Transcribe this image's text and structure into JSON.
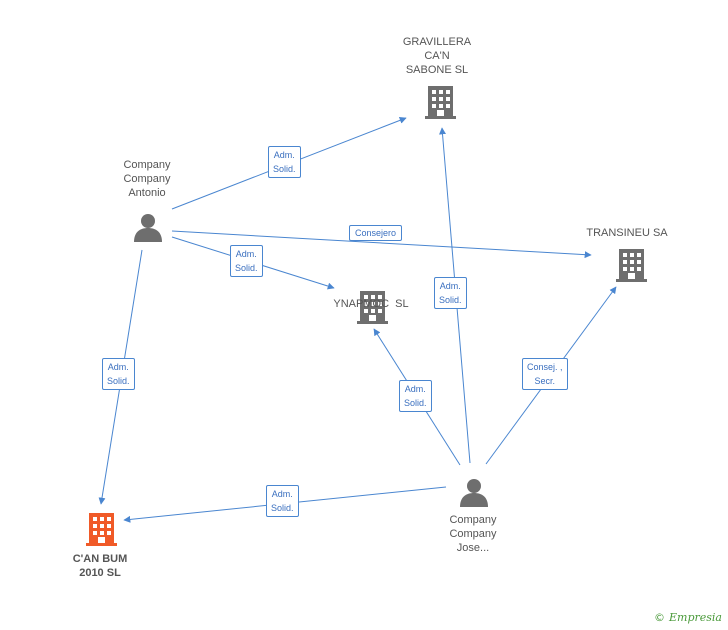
{
  "nodes": {
    "antonio": {
      "lines": [
        "Company",
        "Company",
        "Antonio"
      ],
      "type": "person"
    },
    "gravillera": {
      "lines": [
        "GRAVILLERA",
        "CA'N",
        "SABONE SL"
      ],
      "type": "company"
    },
    "transineu": {
      "lines": [
        "TRANSINEU SA"
      ],
      "type": "company"
    },
    "ynapmoc": {
      "lines": [
        "YNAPMOC  SL"
      ],
      "type": "company"
    },
    "canbum": {
      "lines": [
        "C'AN BUM",
        "2010 SL"
      ],
      "type": "company-main"
    },
    "jose": {
      "lines": [
        "Company",
        "Company",
        "Jose..."
      ],
      "type": "person"
    }
  },
  "edges": {
    "antonio_gravillera": [
      "Adm.",
      "Solid."
    ],
    "antonio_transineu": [
      "Consejero"
    ],
    "antonio_ynapmoc": [
      "Adm.",
      "Solid."
    ],
    "antonio_canbum": [
      "Adm.",
      "Solid."
    ],
    "jose_gravillera": [
      "Adm.",
      "Solid."
    ],
    "jose_ynapmoc": [
      "Adm.",
      "Solid."
    ],
    "jose_transineu": [
      "Consej. ,",
      "Secr."
    ],
    "jose_canbum": [
      "Adm.",
      "Solid."
    ]
  },
  "colors": {
    "edge": "#4a86d0",
    "icon_gray": "#6e6e6e",
    "icon_main": "#f05a28"
  },
  "brand": {
    "copyright": "©",
    "name": "Empresia"
  }
}
